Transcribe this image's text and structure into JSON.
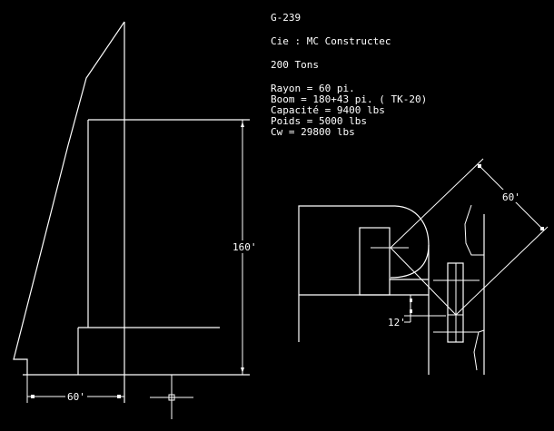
{
  "drawing": {
    "background": "#000000",
    "line_color": "#ffffff"
  },
  "title_block": {
    "id": "G-239",
    "company": "Cie : MC Constructec",
    "capacity_class": "200 Tons",
    "specs": [
      "Rayon = 60 pi.",
      "Boom = 180+43 pi. ( TK-20)",
      "Capacité = 9400 lbs",
      "Poids = 5000 lbs",
      "Cw = 29800 lbs"
    ]
  },
  "elevation_view": {
    "height_dim": "160'",
    "radius_dim": "60'"
  },
  "plan_view": {
    "radius_dim": "60'",
    "offset_dim": "12'"
  }
}
